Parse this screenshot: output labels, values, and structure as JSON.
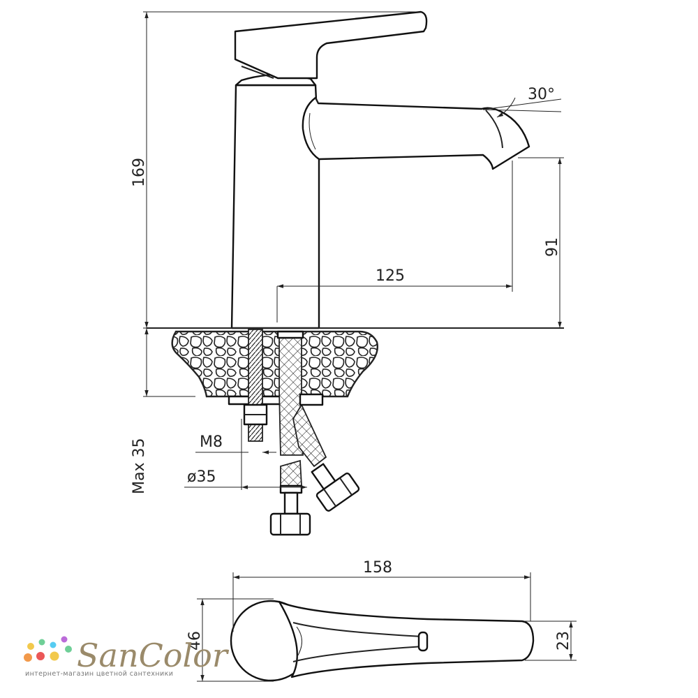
{
  "dimensions": {
    "total_height": "169",
    "spout_height": "91",
    "spout_reach": "125",
    "spout_angle": "30°",
    "max_thickness": "Max 35",
    "thread": "M8",
    "hole_diameter": "ø35",
    "top_length": "158",
    "top_width": "46",
    "spout_width": "23"
  },
  "logo": {
    "name": "SanColor",
    "tagline": "интернет-магазин цветной сантехники",
    "colors": [
      "#f2c94c",
      "#6fcf97",
      "#56ccf2",
      "#bb6bd9",
      "#f2994a",
      "#eb5757"
    ]
  }
}
